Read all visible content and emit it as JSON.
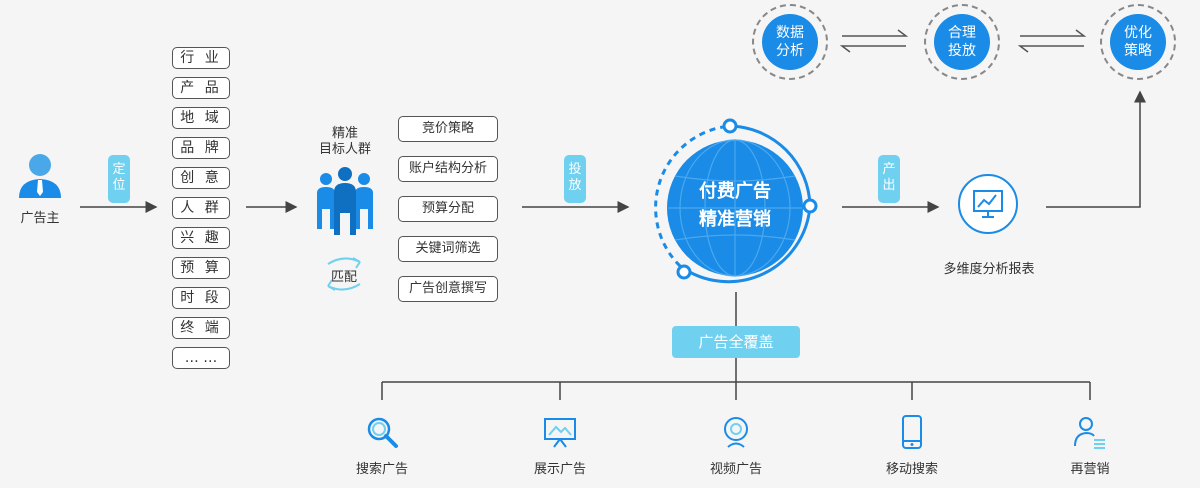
{
  "advertiser": {
    "label": "广告主"
  },
  "arrow1_label": [
    "定",
    "位"
  ],
  "targeting_tags": [
    "行 业",
    "产 品",
    "地 域",
    "品 牌",
    "创 意",
    "人 群",
    "兴 趣",
    "预 算",
    "时 段",
    "终 端",
    "… …"
  ],
  "audience": {
    "line1": "精准",
    "line2": "目标人群",
    "match_label": "匹配"
  },
  "strategies": [
    "竞价策略",
    "账户结构分析",
    "预算分配",
    "关键词筛选",
    "广告创意撰写"
  ],
  "arrow_launch_label": [
    "投",
    "放"
  ],
  "core": {
    "line1": "付费广告",
    "line2": "精准营销"
  },
  "arrow_output_label": [
    "产",
    "出"
  ],
  "report": {
    "label": "多维度分析报表"
  },
  "cycle": [
    {
      "line1": "数据",
      "line2": "分析"
    },
    {
      "line1": "合理",
      "line2": "投放"
    },
    {
      "line1": "优化",
      "line2": "策略"
    }
  ],
  "coverage": {
    "label": "广告全覆盖"
  },
  "channels": [
    {
      "label": "搜索广告",
      "icon": "search-icon"
    },
    {
      "label": "展示广告",
      "icon": "display-board-icon"
    },
    {
      "label": "视频广告",
      "icon": "webcam-icon"
    },
    {
      "label": "移动搜索",
      "icon": "mobile-phone-icon"
    },
    {
      "label": "再营销",
      "icon": "person-list-icon"
    }
  ],
  "colors": {
    "primary_blue": "#1a8be6",
    "light_blue": "#6fd0f0",
    "line": "#444444"
  }
}
